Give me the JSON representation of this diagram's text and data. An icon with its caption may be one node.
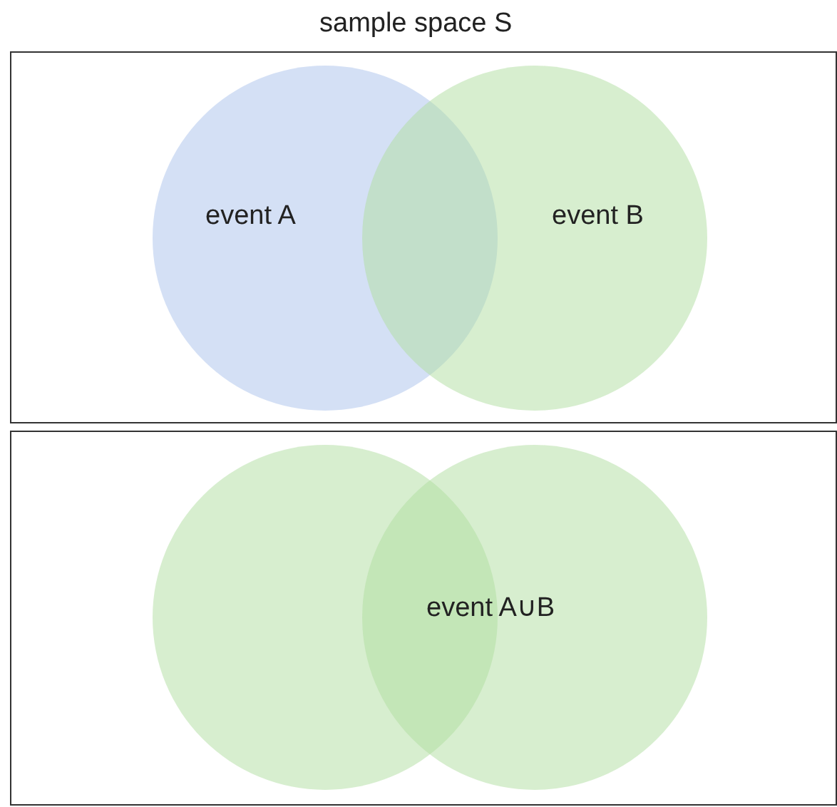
{
  "diagram": {
    "nodes": [
      {
        "text": [
          "sample space S"
        ]
      },
      {
        "text": [
          "event A"
        ],
        "in": 0
      },
      {
        "text": [
          "event B"
        ],
        "in": 0
      },
      {
        "text": [],
        "shape": "box"
      },
      {
        "text": [],
        "shape": "circle",
        "in": 3
      },
      {
        "text": [],
        "shape": "circle",
        "in": 3
      }
    ],
    "labels": [
      "event A∪B"
    ]
  }
}
